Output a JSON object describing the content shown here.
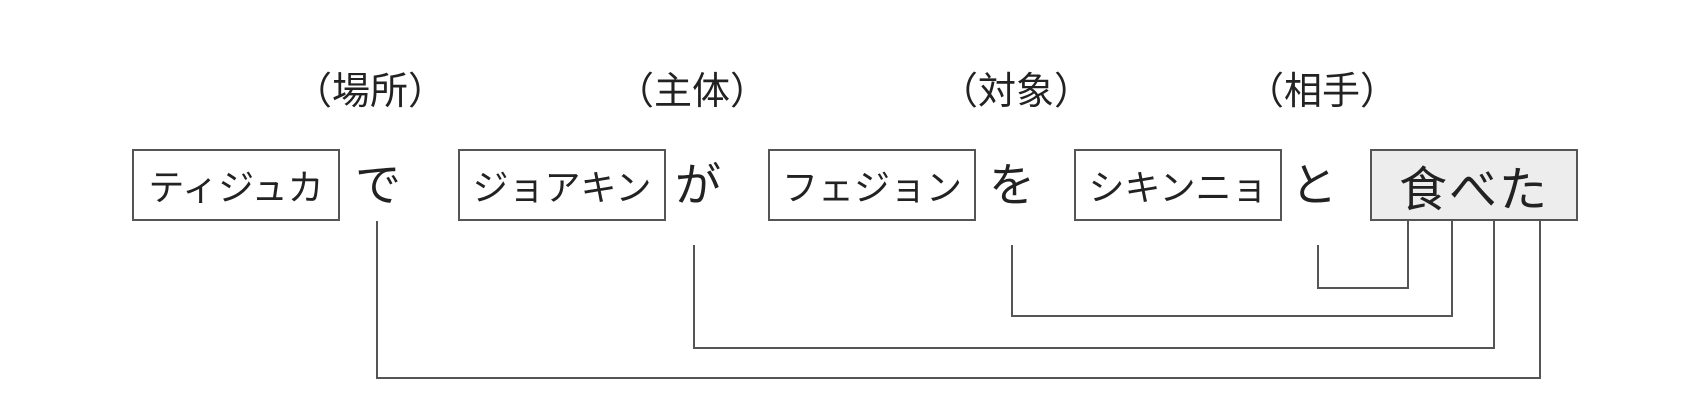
{
  "roles": [
    "（場所）",
    "（主体）",
    "（対象）",
    "（相手）"
  ],
  "phrases": [
    {
      "noun": "ティジュカ",
      "particle": "で"
    },
    {
      "noun": "ジョアキン",
      "particle": "が"
    },
    {
      "noun": "フェジョン",
      "particle": "を"
    },
    {
      "noun": "シキンニョ",
      "particle": "と"
    }
  ],
  "verb": "食べた",
  "colors": {
    "line": "#555555",
    "verb_fill": "#ededed",
    "text": "#222222"
  }
}
